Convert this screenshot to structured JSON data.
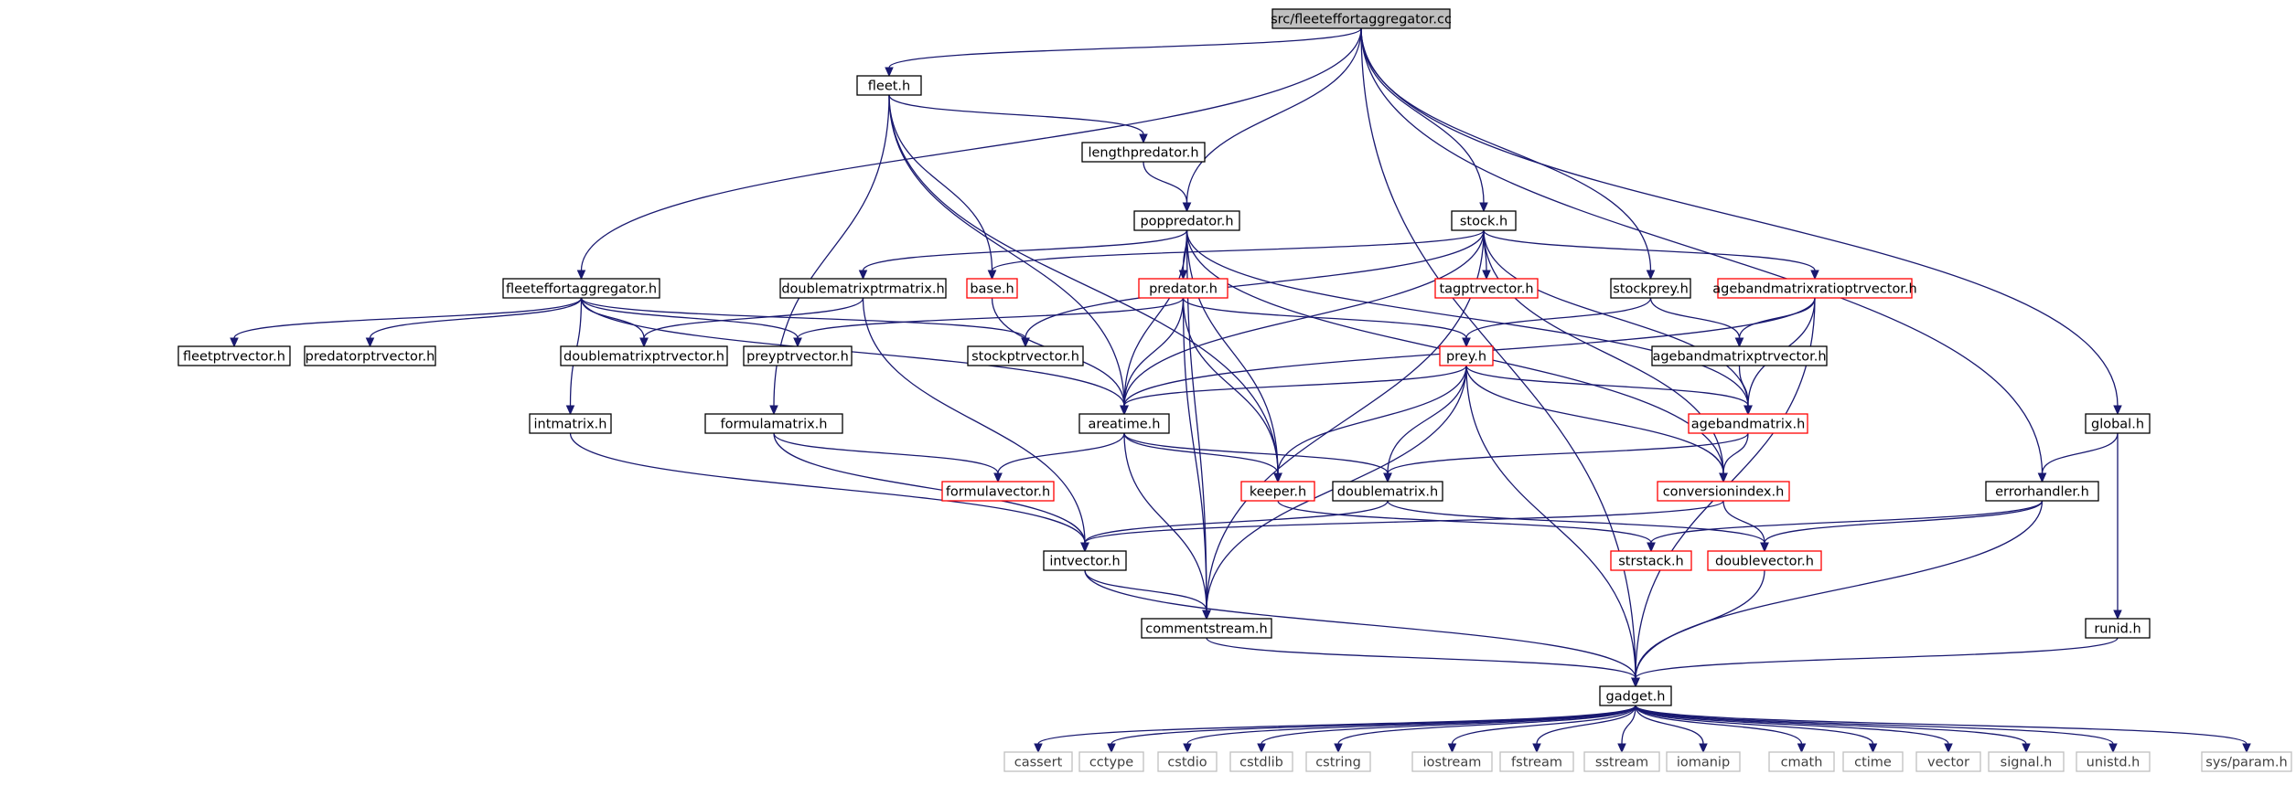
{
  "colors": {
    "edge": "#191970",
    "root_fill": "#bfbfbf",
    "normal_border": "#000000",
    "red_border": "#ff0000",
    "system_border": "#bfbfbf",
    "system_text": "#3f3f3f"
  },
  "nodes": [
    {
      "id": "root",
      "label": "src/fleeteffortaggregator.cc",
      "kind": "root"
    },
    {
      "id": "fleet",
      "label": "fleet.h",
      "kind": "normal"
    },
    {
      "id": "lengthpredator",
      "label": "lengthpredator.h",
      "kind": "normal"
    },
    {
      "id": "poppredator",
      "label": "poppredator.h",
      "kind": "normal"
    },
    {
      "id": "stock",
      "label": "stock.h",
      "kind": "normal"
    },
    {
      "id": "fleeteffortaggregator",
      "label": "fleeteffortaggregator.h",
      "kind": "normal"
    },
    {
      "id": "doublematrixptrmatrix",
      "label": "doublematrixptrmatrix.h",
      "kind": "normal"
    },
    {
      "id": "base",
      "label": "base.h",
      "kind": "red"
    },
    {
      "id": "predator",
      "label": "predator.h",
      "kind": "red"
    },
    {
      "id": "tagptrvector",
      "label": "tagptrvector.h",
      "kind": "red"
    },
    {
      "id": "stockprey",
      "label": "stockprey.h",
      "kind": "normal"
    },
    {
      "id": "agebandmatrixratioptrvector",
      "label": "agebandmatrixratioptrvector.h",
      "kind": "red"
    },
    {
      "id": "fleetptrvector",
      "label": "fleetptrvector.h",
      "kind": "normal"
    },
    {
      "id": "predatorptrvector",
      "label": "predatorptrvector.h",
      "kind": "normal"
    },
    {
      "id": "doublematrixptrvector",
      "label": "doublematrixptrvector.h",
      "kind": "normal"
    },
    {
      "id": "preyptrvector",
      "label": "preyptrvector.h",
      "kind": "normal"
    },
    {
      "id": "stockptrvector",
      "label": "stockptrvector.h",
      "kind": "normal"
    },
    {
      "id": "prey",
      "label": "prey.h",
      "kind": "red"
    },
    {
      "id": "agebandmatrixptrvector",
      "label": "agebandmatrixptrvector.h",
      "kind": "normal"
    },
    {
      "id": "intmatrix",
      "label": "intmatrix.h",
      "kind": "normal"
    },
    {
      "id": "formulamatrix",
      "label": "formulamatrix.h",
      "kind": "normal"
    },
    {
      "id": "areatime",
      "label": "areatime.h",
      "kind": "normal"
    },
    {
      "id": "agebandmatrix",
      "label": "agebandmatrix.h",
      "kind": "red"
    },
    {
      "id": "global",
      "label": "global.h",
      "kind": "normal"
    },
    {
      "id": "formulavector",
      "label": "formulavector.h",
      "kind": "red"
    },
    {
      "id": "keeper",
      "label": "keeper.h",
      "kind": "red"
    },
    {
      "id": "doublematrix",
      "label": "doublematrix.h",
      "kind": "normal"
    },
    {
      "id": "conversionindex",
      "label": "conversionindex.h",
      "kind": "red"
    },
    {
      "id": "errorhandler",
      "label": "errorhandler.h",
      "kind": "normal"
    },
    {
      "id": "intvector",
      "label": "intvector.h",
      "kind": "normal"
    },
    {
      "id": "strstack",
      "label": "strstack.h",
      "kind": "red"
    },
    {
      "id": "doublevector",
      "label": "doublevector.h",
      "kind": "red"
    },
    {
      "id": "commentstream",
      "label": "commentstream.h",
      "kind": "normal"
    },
    {
      "id": "runid",
      "label": "runid.h",
      "kind": "normal"
    },
    {
      "id": "gadget",
      "label": "gadget.h",
      "kind": "normal"
    },
    {
      "id": "cassert",
      "label": "cassert",
      "kind": "sys"
    },
    {
      "id": "cctype",
      "label": "cctype",
      "kind": "sys"
    },
    {
      "id": "cstdio",
      "label": "cstdio",
      "kind": "sys"
    },
    {
      "id": "cstdlib",
      "label": "cstdlib",
      "kind": "sys"
    },
    {
      "id": "cstring",
      "label": "cstring",
      "kind": "sys"
    },
    {
      "id": "iostream",
      "label": "iostream",
      "kind": "sys"
    },
    {
      "id": "fstream",
      "label": "fstream",
      "kind": "sys"
    },
    {
      "id": "sstream",
      "label": "sstream",
      "kind": "sys"
    },
    {
      "id": "iomanip",
      "label": "iomanip",
      "kind": "sys"
    },
    {
      "id": "cmath",
      "label": "cmath",
      "kind": "sys"
    },
    {
      "id": "ctime",
      "label": "ctime",
      "kind": "sys"
    },
    {
      "id": "vector",
      "label": "vector",
      "kind": "sys"
    },
    {
      "id": "signal",
      "label": "signal.h",
      "kind": "sys"
    },
    {
      "id": "unistd",
      "label": "unistd.h",
      "kind": "sys"
    },
    {
      "id": "sysparam",
      "label": "sys/param.h",
      "kind": "sys"
    }
  ],
  "edges": [
    [
      "root",
      "fleet"
    ],
    [
      "root",
      "poppredator"
    ],
    [
      "root",
      "stock"
    ],
    [
      "root",
      "fleeteffortaggregator"
    ],
    [
      "root",
      "stockprey"
    ],
    [
      "root",
      "errorhandler"
    ],
    [
      "root",
      "global"
    ],
    [
      "root",
      "gadget"
    ],
    [
      "fleet",
      "lengthpredator"
    ],
    [
      "fleet",
      "base"
    ],
    [
      "fleet",
      "areatime"
    ],
    [
      "fleet",
      "formulamatrix"
    ],
    [
      "fleet",
      "keeper"
    ],
    [
      "lengthpredator",
      "poppredator"
    ],
    [
      "poppredator",
      "doublematrixptrmatrix"
    ],
    [
      "poppredator",
      "predator"
    ],
    [
      "poppredator",
      "areatime"
    ],
    [
      "poppredator",
      "keeper"
    ],
    [
      "poppredator",
      "agebandmatrix"
    ],
    [
      "poppredator",
      "conversionindex"
    ],
    [
      "poppredator",
      "commentstream"
    ],
    [
      "stock",
      "base"
    ],
    [
      "stock",
      "tagptrvector"
    ],
    [
      "stock",
      "agebandmatrixratioptrvector"
    ],
    [
      "stock",
      "stockptrvector"
    ],
    [
      "stock",
      "areatime"
    ],
    [
      "stock",
      "agebandmatrix"
    ],
    [
      "stock",
      "conversionindex"
    ],
    [
      "stock",
      "commentstream"
    ],
    [
      "fleeteffortaggregator",
      "fleetptrvector"
    ],
    [
      "fleeteffortaggregator",
      "predatorptrvector"
    ],
    [
      "fleeteffortaggregator",
      "doublematrixptrvector"
    ],
    [
      "fleeteffortaggregator",
      "preyptrvector"
    ],
    [
      "fleeteffortaggregator",
      "stockptrvector"
    ],
    [
      "fleeteffortaggregator",
      "intmatrix"
    ],
    [
      "fleeteffortaggregator",
      "areatime"
    ],
    [
      "doublematrixptrmatrix",
      "doublematrixptrvector"
    ],
    [
      "doublematrixptrmatrix",
      "intvector"
    ],
    [
      "base",
      "areatime"
    ],
    [
      "predator",
      "preyptrvector"
    ],
    [
      "predator",
      "prey"
    ],
    [
      "predator",
      "areatime"
    ],
    [
      "predator",
      "keeper"
    ],
    [
      "predator",
      "commentstream"
    ],
    [
      "stockprey",
      "prey"
    ],
    [
      "stockprey",
      "agebandmatrixptrvector"
    ],
    [
      "agebandmatrixratioptrvector",
      "agebandmatrixptrvector"
    ],
    [
      "agebandmatrixratioptrvector",
      "agebandmatrix"
    ],
    [
      "agebandmatrixratioptrvector",
      "areatime"
    ],
    [
      "agebandmatrixratioptrvector",
      "gadget"
    ],
    [
      "agebandmatrixptrvector",
      "agebandmatrix"
    ],
    [
      "prey",
      "areatime"
    ],
    [
      "prey",
      "agebandmatrix"
    ],
    [
      "prey",
      "keeper"
    ],
    [
      "prey",
      "doublematrix"
    ],
    [
      "prey",
      "conversionindex"
    ],
    [
      "prey",
      "commentstream"
    ],
    [
      "prey",
      "gadget"
    ],
    [
      "intmatrix",
      "intvector"
    ],
    [
      "formulamatrix",
      "formulavector"
    ],
    [
      "formulamatrix",
      "intvector"
    ],
    [
      "areatime",
      "formulavector"
    ],
    [
      "areatime",
      "keeper"
    ],
    [
      "areatime",
      "doublematrix"
    ],
    [
      "areatime",
      "commentstream"
    ],
    [
      "agebandmatrix",
      "doublematrix"
    ],
    [
      "agebandmatrix",
      "conversionindex"
    ],
    [
      "global",
      "errorhandler"
    ],
    [
      "global",
      "runid"
    ],
    [
      "keeper",
      "strstack"
    ],
    [
      "doublematrix",
      "intvector"
    ],
    [
      "doublematrix",
      "doublevector"
    ],
    [
      "conversionindex",
      "intvector"
    ],
    [
      "conversionindex",
      "doublevector"
    ],
    [
      "errorhandler",
      "strstack"
    ],
    [
      "errorhandler",
      "doublevector"
    ],
    [
      "errorhandler",
      "gadget"
    ],
    [
      "intvector",
      "commentstream"
    ],
    [
      "intvector",
      "gadget"
    ],
    [
      "doublevector",
      "gadget"
    ],
    [
      "commentstream",
      "gadget"
    ],
    [
      "runid",
      "gadget"
    ],
    [
      "gadget",
      "cassert"
    ],
    [
      "gadget",
      "cctype"
    ],
    [
      "gadget",
      "cstdio"
    ],
    [
      "gadget",
      "cstdlib"
    ],
    [
      "gadget",
      "cstring"
    ],
    [
      "gadget",
      "iostream"
    ],
    [
      "gadget",
      "fstream"
    ],
    [
      "gadget",
      "sstream"
    ],
    [
      "gadget",
      "iomanip"
    ],
    [
      "gadget",
      "cmath"
    ],
    [
      "gadget",
      "ctime"
    ],
    [
      "gadget",
      "vector"
    ],
    [
      "gadget",
      "signal"
    ],
    [
      "gadget",
      "unistd"
    ],
    [
      "gadget",
      "sysparam"
    ]
  ]
}
